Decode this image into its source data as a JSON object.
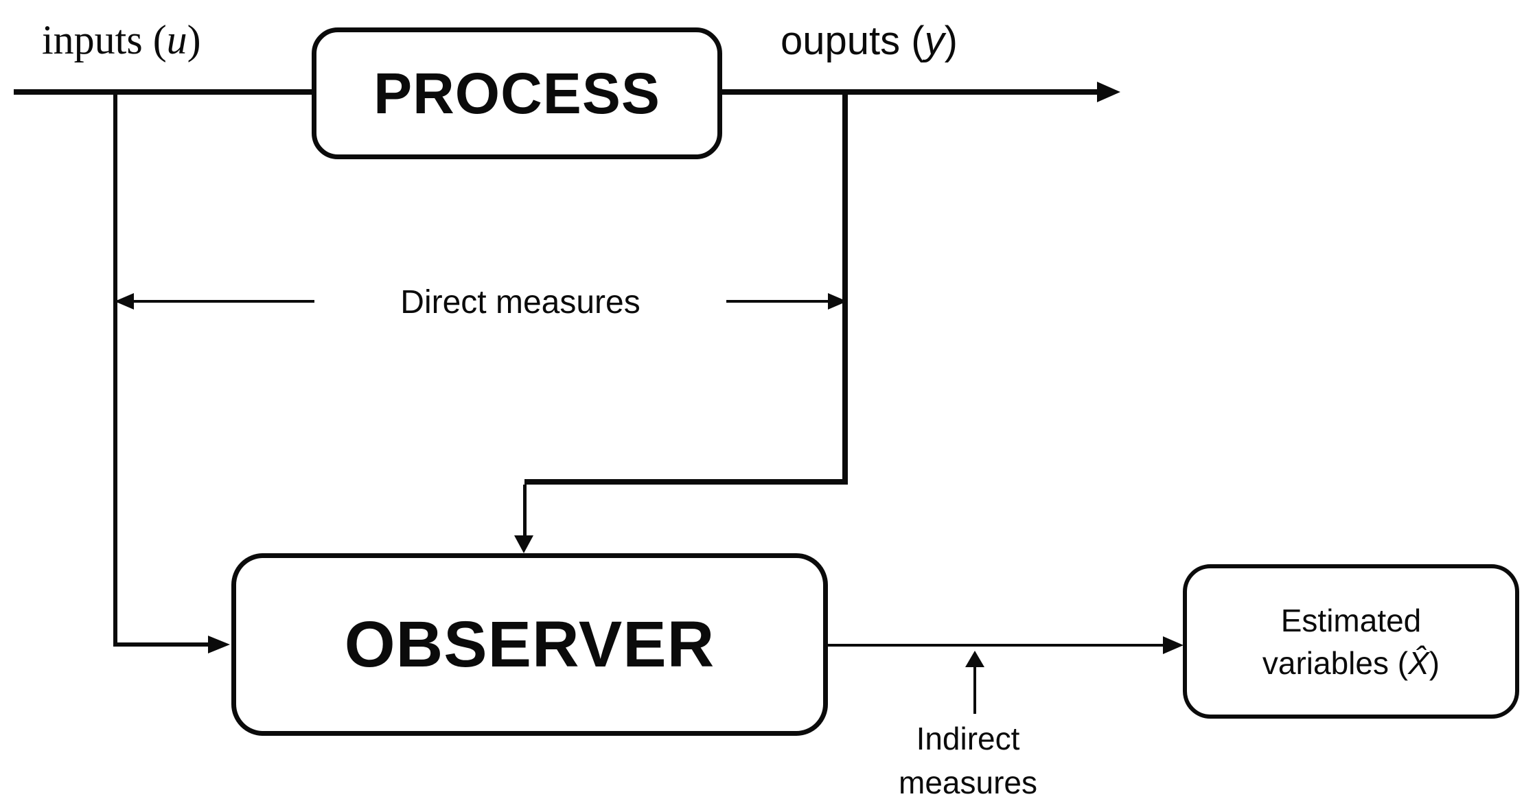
{
  "diagram": {
    "background": "#ffffff",
    "ink": "#0b0b0b",
    "labels": {
      "inputs": {
        "pre": "inputs (",
        "var": "u",
        "post": ")"
      },
      "outputs": {
        "pre": "ouputs (",
        "var": "y",
        "post": ")"
      },
      "direct_measures": "Direct measures",
      "indirect_measures": {
        "line1": "Indirect",
        "line2": "measures"
      }
    },
    "nodes": {
      "process": {
        "label": "PROCESS"
      },
      "observer": {
        "label": "OBSERVER"
      },
      "estimated": {
        "line1": "Estimated",
        "line2_pre": "variables (",
        "var": "X̂",
        "post": ")"
      }
    }
  }
}
